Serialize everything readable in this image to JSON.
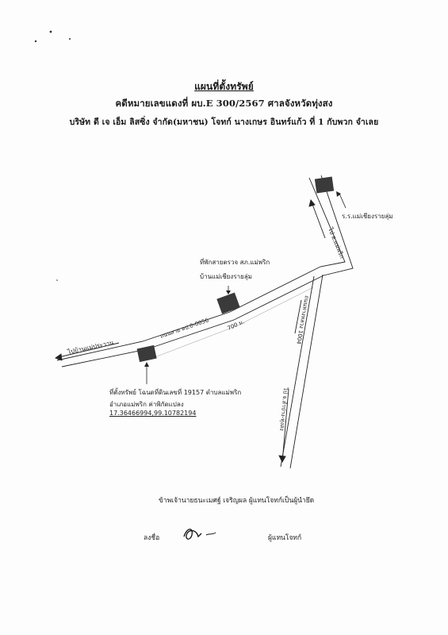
{
  "header": {
    "title": "แผนที่ตั้งทรัพย์",
    "case_line": "คดีหมายเลขแดงที่ ผบ.E 300/2567 ศาลจังหวัดทุ่งสง",
    "parties_line": "บริษัท ดี เจ เอ็ม ลิสซิ่ง จำกัด(มหาชน) โจทก์ นางเกษร อินทร์แก้ว ที่ 1 กับพวก จำเลย"
  },
  "map": {
    "label_school": "ร.ร.แม่เชียงรายลุ่ม",
    "label_to_mae_phrik": "ไป อ.แม่พริก",
    "label_road_1004": "ถนนทางหลวง 1004",
    "label_to_phayao": "ไป จ.ลำปาง-ทุ่งสง",
    "label_checkpoint": "ที่พักสายตรวจ สภ.แม่พริก",
    "label_village": "บ้านแม่เชียงรายลุ่ม",
    "label_road_local": "ถนนสาย ลป.0-0056",
    "label_distance": "700 ม.",
    "label_to_mae_pra": "ไปบ้านแม่ประวาน",
    "label_property": "ที่ตั้งทรัพย์ โฉนดที่ดินเลขที่ 19157 ตำบลแม่พริก",
    "label_property_line2": "อำเภอแม่พริก ค่าพิกัดแปลง",
    "label_coordinates": "17.36466994,99.10782194"
  },
  "footer": {
    "certify": "ข้าพเจ้านายธนะเมศฐ์ เจริญผล ผู้แทนโจทก์เป็นผู้นำยึด",
    "sign_label": "ลงชื่อ",
    "role_label": "ผู้แทนโจทก์"
  }
}
